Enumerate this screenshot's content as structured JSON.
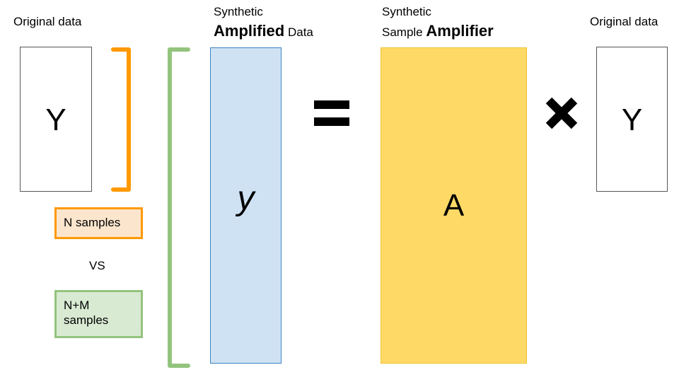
{
  "left_matrix": {
    "title": "Original data",
    "letter": "Y"
  },
  "legend": {
    "n_samples": "N samples",
    "vs": "VS",
    "nm_samples": "N+M samples"
  },
  "amplified": {
    "title_line1": "Synthetic",
    "title_bold": "Amplified",
    "title_suffix": "Data",
    "letter": "y"
  },
  "amplifier": {
    "title_line1": "Synthetic",
    "title_prefix": "Sample",
    "title_bold": "Amplifier",
    "letter": "A"
  },
  "right_matrix": {
    "title": "Original data",
    "letter": "Y"
  },
  "colors": {
    "orange": "#FF9900",
    "green": "#93C47D",
    "blue_fill": "#CFE2F3",
    "blue_border": "#3D85C6",
    "yellow_fill": "#FFD966",
    "yellow_border": "#F1C232",
    "orange_fill": "#FCE5CD",
    "green_fill": "#D9EAD3"
  }
}
